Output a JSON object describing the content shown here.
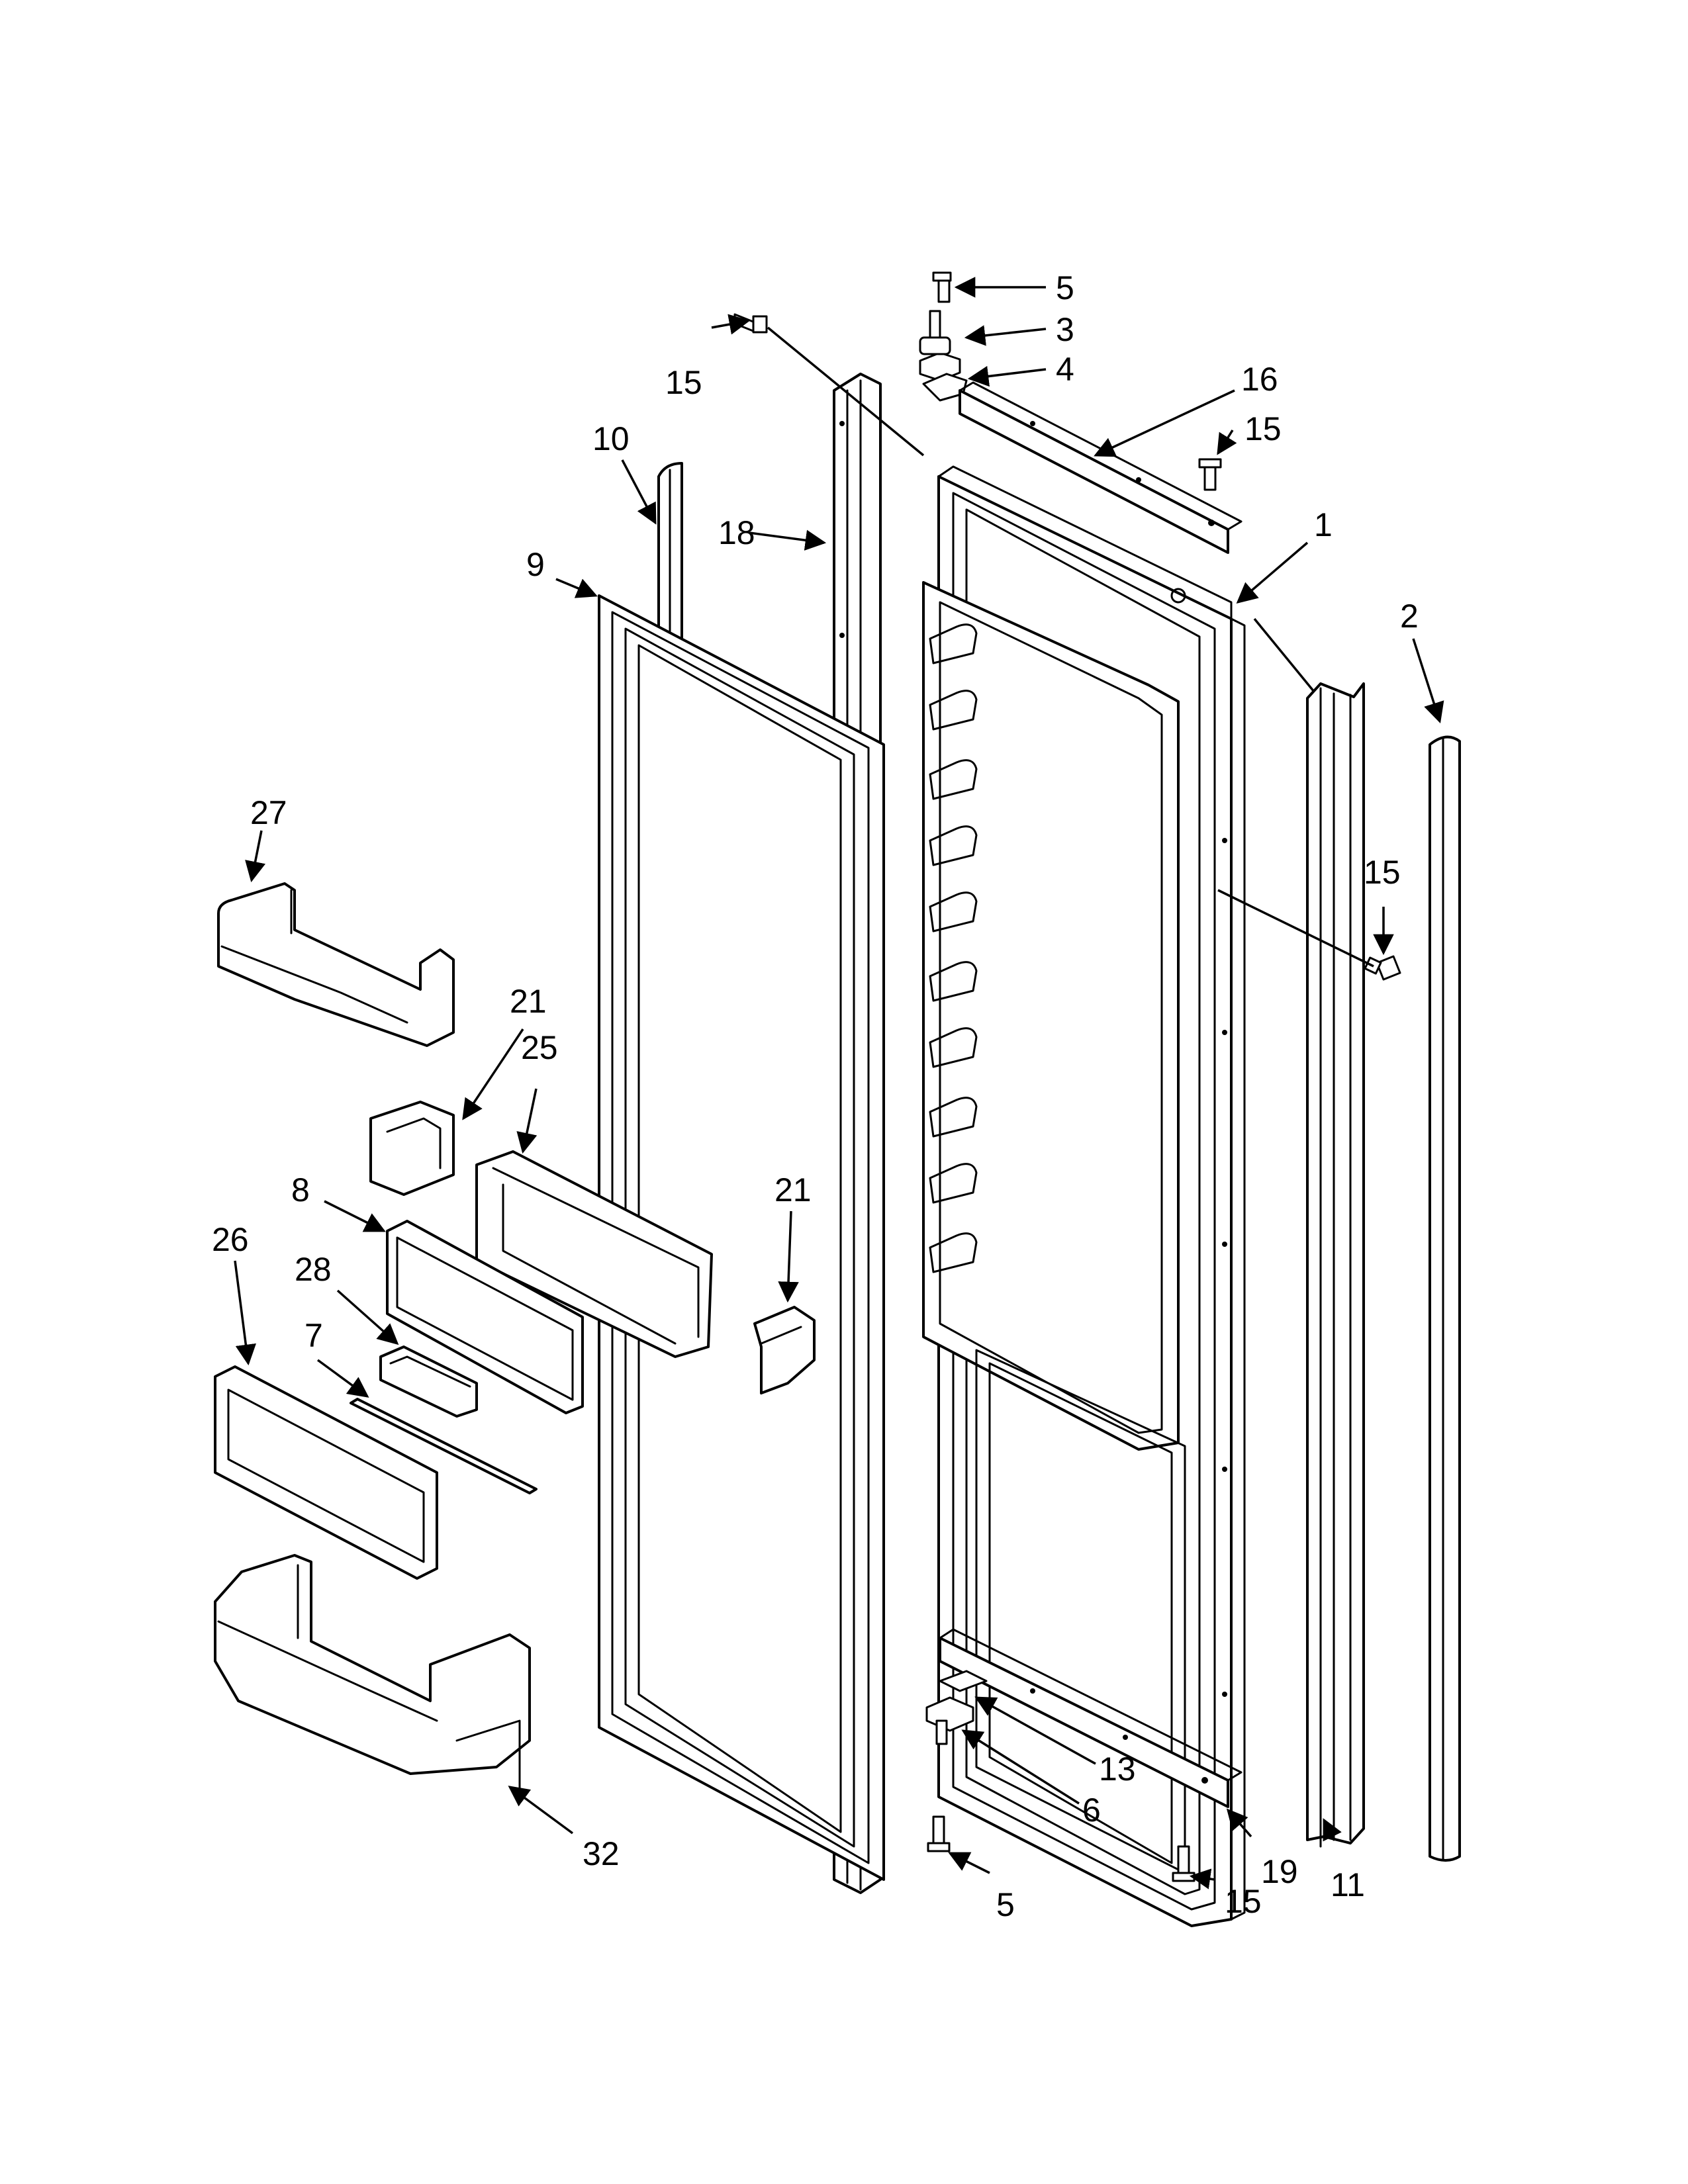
{
  "diagram": {
    "callouts": [
      {
        "id": "c-5-top",
        "text": "5"
      },
      {
        "id": "c-3",
        "text": "3"
      },
      {
        "id": "c-4",
        "text": "4"
      },
      {
        "id": "c-15-topleft",
        "text": "15"
      },
      {
        "id": "c-16",
        "text": "16"
      },
      {
        "id": "c-15-topright",
        "text": "15"
      },
      {
        "id": "c-10",
        "text": "10"
      },
      {
        "id": "c-18",
        "text": "18"
      },
      {
        "id": "c-1",
        "text": "1"
      },
      {
        "id": "c-9",
        "text": "9"
      },
      {
        "id": "c-2",
        "text": "2"
      },
      {
        "id": "c-27",
        "text": "27"
      },
      {
        "id": "c-15-right",
        "text": "15"
      },
      {
        "id": "c-21-left",
        "text": "21"
      },
      {
        "id": "c-25",
        "text": "25"
      },
      {
        "id": "c-8",
        "text": "8"
      },
      {
        "id": "c-21-right",
        "text": "21"
      },
      {
        "id": "c-26",
        "text": "26"
      },
      {
        "id": "c-28",
        "text": "28"
      },
      {
        "id": "c-7",
        "text": "7"
      },
      {
        "id": "c-13",
        "text": "13"
      },
      {
        "id": "c-6",
        "text": "6"
      },
      {
        "id": "c-19",
        "text": "19"
      },
      {
        "id": "c-11",
        "text": "11"
      },
      {
        "id": "c-32",
        "text": "32"
      },
      {
        "id": "c-5-bottom",
        "text": "5"
      },
      {
        "id": "c-15-bottom",
        "text": "15"
      }
    ]
  },
  "colors": {
    "line": "#000000",
    "background": "#ffffff"
  }
}
